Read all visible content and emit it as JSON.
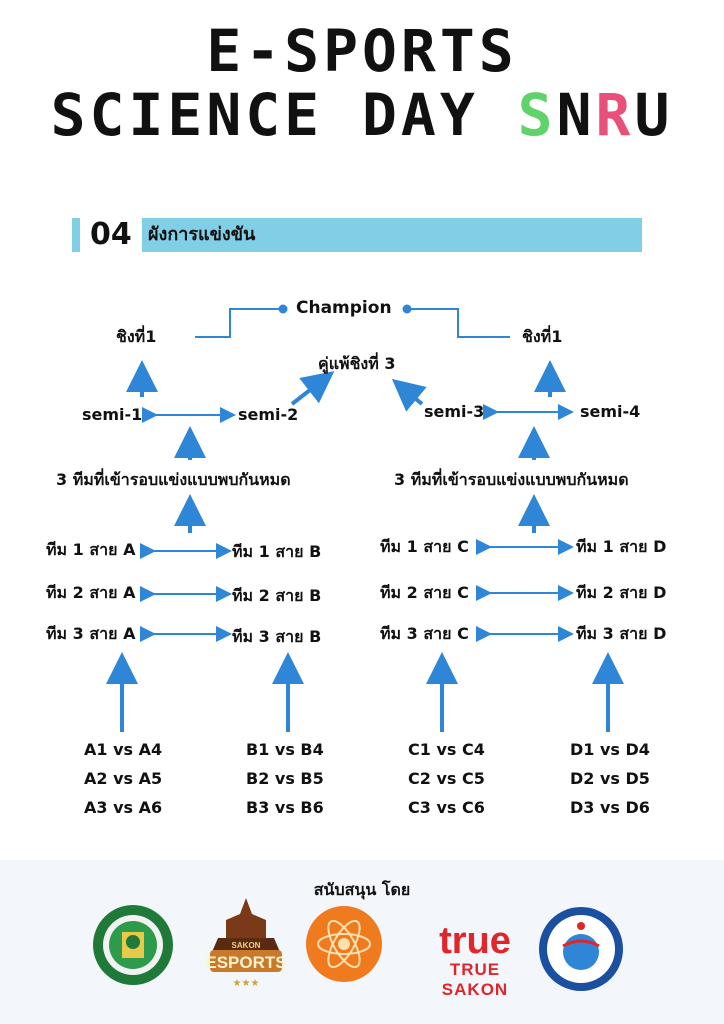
{
  "title": {
    "line1": "E-SPORTS",
    "line2_prefix": "SCIENCE DAY ",
    "brand_s": "S",
    "brand_n": "N",
    "brand_r": "R",
    "brand_u": "U"
  },
  "section": {
    "number": "04",
    "label": "ผังการแข่งขัน"
  },
  "bracket": {
    "champion": "Champion",
    "final_left": "ชิงที่1",
    "final_right": "ชิงที่1",
    "third_place": "คู่แพ้ชิงที่ 3",
    "semi1": "semi-1",
    "semi2": "semi-2",
    "semi3": "semi-3",
    "semi4": "semi-4",
    "roundrobin_left": "3 ทีมที่เข้ารอบแข่งแบบพบกันหมด",
    "roundrobin_right": "3 ทีมที่เข้ารอบแข่งแบบพบกันหมด",
    "team_a1": "ทีม 1 สาย A",
    "team_a2": "ทีม 2 สาย A",
    "team_a3": "ทีม 3 สาย A",
    "team_b1": "ทีม 1 สาย B",
    "team_b2": "ทีม 2 สาย B",
    "team_b3": "ทีม 3 สาย B",
    "team_c1": "ทีม 1 สาย C",
    "team_c2": "ทีม 2 สาย C",
    "team_c3": "ทีม 3 สาย C",
    "team_d1": "ทีม 1 สาย D",
    "team_d2": "ทีม 2 สาย D",
    "team_d3": "ทีม 3 สาย D",
    "matches_a": [
      "A1 vs A4",
      "A2 vs A5",
      "A3 vs A6"
    ],
    "matches_b": [
      "B1 vs B4",
      "B2 vs B5",
      "B3 vs B6"
    ],
    "matches_c": [
      "C1 vs C4",
      "C2 vs C5",
      "C3 vs C6"
    ],
    "matches_d": [
      "D1 vs D4",
      "D2 vs D5",
      "D3 vs D6"
    ]
  },
  "sponsors": {
    "title": "สนับสนุน โดย",
    "logos": [
      "university-seal",
      "sakon-esports-logo",
      "sci-logo",
      "true-logo",
      "computer-association-seal"
    ],
    "esports_text": "ESPORTS",
    "esports_sub": "SAKON",
    "true_main": "true",
    "true_sub": "TRUE SAKON"
  },
  "colors": {
    "arrow": "#2f86d6",
    "bar": "#80cfe7",
    "brand_green": "#5fd36a",
    "brand_pink": "#e8507a"
  }
}
